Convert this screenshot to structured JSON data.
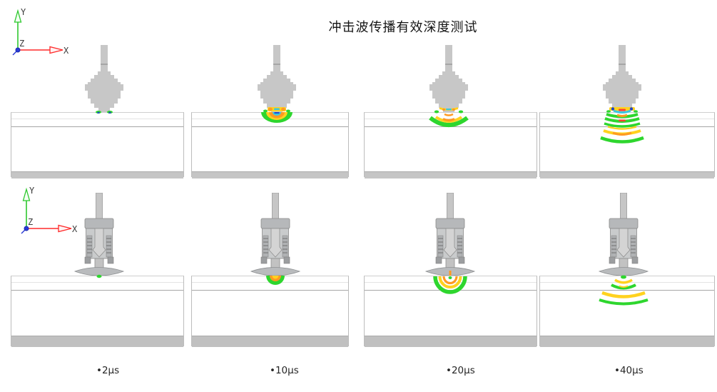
{
  "title": "冲击波传播有效深度测试",
  "triad": {
    "x_label": "X",
    "y_label": "Y",
    "z_label": "Z"
  },
  "footer_labels": [
    "•2µs",
    "•10µs",
    "•20µs",
    "•40µs"
  ],
  "panels": {
    "times": [
      "2µs",
      "10µs",
      "20µs",
      "40µs"
    ],
    "rows": [
      "tip-model-snapshots",
      "full-handpiece-snapshots"
    ]
  },
  "colors": {
    "wave_green": "#2ed62e",
    "wave_yellow": "#ffd21f",
    "wave_orange": "#ff9a22",
    "wave_red": "#ff4030",
    "wave_cyan": "#3cc8dc",
    "wave_blue": "#2244cc",
    "device_gray": "#c7c7c7",
    "ground_gray": "#c5c5c5",
    "axis_x_red": "#ff2a2a",
    "axis_y_green": "#2ec82e",
    "axis_z_blue": "#2b3bd6"
  }
}
